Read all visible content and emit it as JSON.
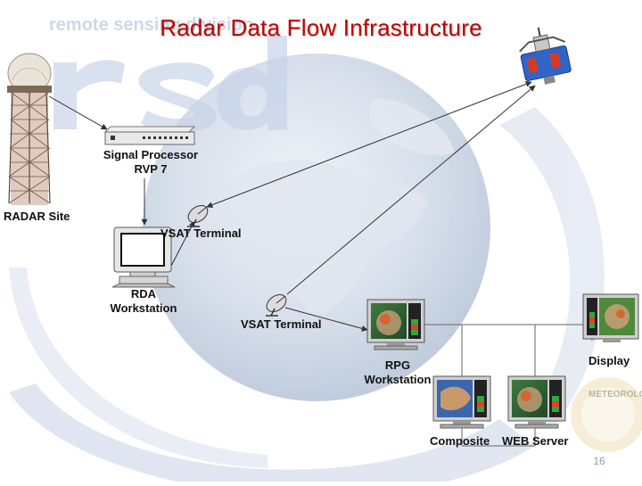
{
  "slide": {
    "title": "Radar Data Flow Infrastructure",
    "watermark_text": "remote sensing division",
    "watermark_logo": "rsd",
    "seal_text": "METEOROLOG",
    "page_number": "16"
  },
  "nodes": {
    "radar_site": {
      "label": "RADAR Site",
      "icon": "radar-tower-icon"
    },
    "signal_processor": {
      "label_line1": "Signal Processor",
      "label_line2": "RVP 7",
      "icon": "rack-unit-icon"
    },
    "vsat_terminal_1": {
      "label": "VSAT Terminal",
      "icon": "satellite-dish-icon"
    },
    "vsat_terminal_2": {
      "label": "VSAT Terminal",
      "icon": "satellite-dish-icon"
    },
    "rda_workstation": {
      "label_line1": "RDA",
      "label_line2": "Workstation",
      "icon": "crt-monitor-icon"
    },
    "rpg_workstation": {
      "label_line1": "RPG",
      "label_line2": "Workstation",
      "icon": "radar-monitor-icon"
    },
    "display": {
      "label": "Display",
      "icon": "radar-monitor-icon"
    },
    "composite": {
      "label": "Composite",
      "icon": "radar-monitor-icon"
    },
    "web_server": {
      "label": "WEB Server",
      "icon": "radar-monitor-icon"
    },
    "satellite": {
      "icon": "satellite-icon"
    }
  },
  "colors": {
    "title": "#c00000",
    "watermark": "#4a6fb5",
    "earth_ocean": "#9fb3cf",
    "connector": "#444444"
  }
}
